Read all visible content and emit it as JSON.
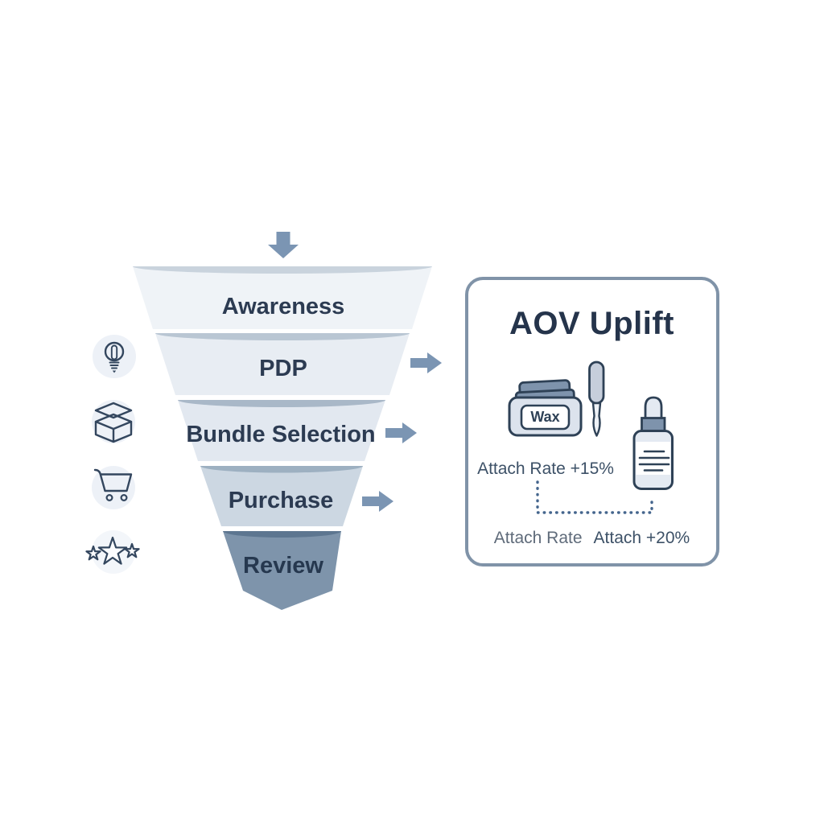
{
  "funnel": {
    "stages": [
      {
        "label": "Awareness"
      },
      {
        "label": "PDP"
      },
      {
        "label": "Bundle Selection"
      },
      {
        "label": "Purchase"
      },
      {
        "label": "Review"
      }
    ],
    "entry_arrow": "down-arrow",
    "exit_arrows_at_stages": [
      "PDP",
      "Bundle Selection",
      "Purchase"
    ]
  },
  "side_icons": [
    {
      "name": "lightbulb-icon"
    },
    {
      "name": "package-icon"
    },
    {
      "name": "cart-icon"
    },
    {
      "name": "stars-icon"
    }
  ],
  "card": {
    "title": "AOV Uplift",
    "wax_jar_label": "Wax",
    "attach_rate_primary": "Attach Rate +15%",
    "attach_rate_secondary": "Attach Rate",
    "attach_uplift_secondary": "Attach +20%",
    "illustrations": [
      "wax-jar",
      "applicator-stick",
      "dropper-bottle"
    ]
  },
  "colors": {
    "background": "#ffffff",
    "stage_fills": [
      "#eff3f7",
      "#e8edf3",
      "#e2e8f0",
      "#ccd7e2",
      "#7e94ab"
    ],
    "stage_lips": [
      "#c9d3dd",
      "#b9c6d3",
      "#a9b8c8",
      "#9db0c1",
      "#5d7690"
    ],
    "arrow": "#7b95b3",
    "text_dark": "#2c3b52",
    "card_border": "#8093a8",
    "muted_text": "#5f6b7a",
    "dotted_line": "#44658d",
    "steel_accent": "#7e93ac",
    "icon_stroke": "#33465e",
    "icon_circle": "#edf1f7"
  }
}
